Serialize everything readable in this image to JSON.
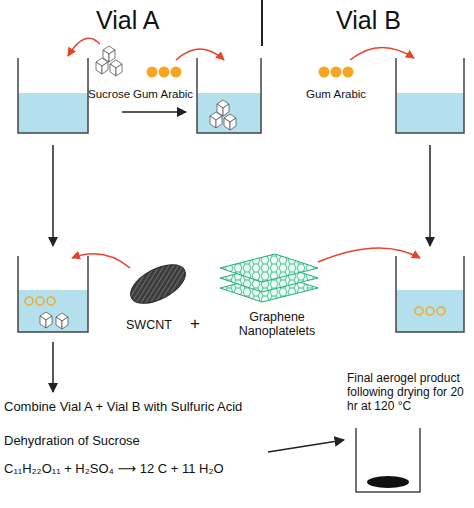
{
  "diagram": {
    "labels": [
      "Vial A",
      "Vial B",
      "Sucrose",
      "Gum Arabic",
      "Gum Arabic",
      "SWCNT",
      "+",
      "Graphene Nanoplatelets",
      "Final aerogel product following drying for 20 hr at 120 °C",
      "Combine Vial A + Vial B with Sulfuric Acid",
      "Dehydration of Sucrose",
      "C₁₁H₂₂O₁₁ + H₂SO₄ ⟶ 12 C + 11 H₂O"
    ]
  }
}
